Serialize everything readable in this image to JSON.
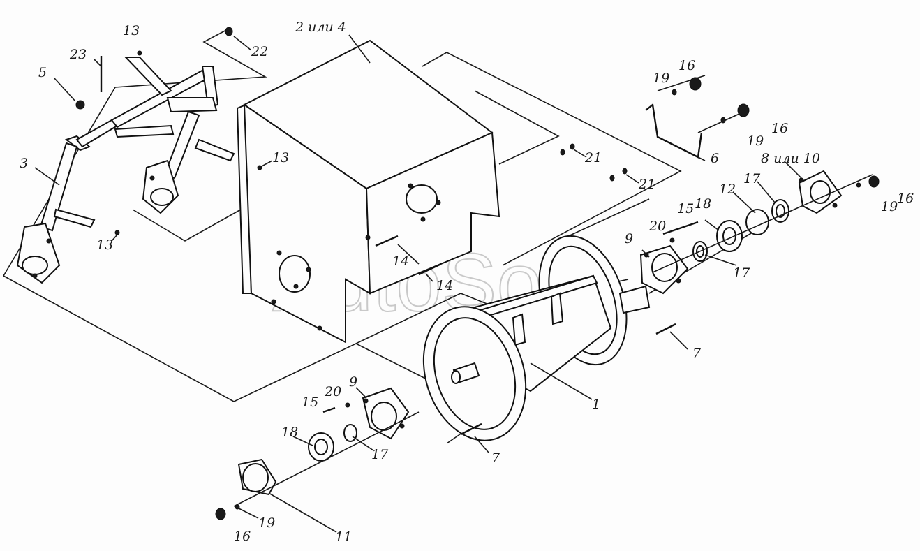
{
  "watermark": "AutoSoft",
  "callouts": [
    {
      "id": "c1",
      "text": "1"
    },
    {
      "id": "c2or4",
      "text": "2 или 4"
    },
    {
      "id": "c3",
      "text": "3"
    },
    {
      "id": "c5",
      "text": "5"
    },
    {
      "id": "c6",
      "text": "6"
    },
    {
      "id": "c7a",
      "text": "7"
    },
    {
      "id": "c7b",
      "text": "7"
    },
    {
      "id": "c8or10",
      "text": "8 или 10"
    },
    {
      "id": "c9a",
      "text": "9"
    },
    {
      "id": "c9b",
      "text": "9"
    },
    {
      "id": "c11",
      "text": "11"
    },
    {
      "id": "c12",
      "text": "12"
    },
    {
      "id": "c13a",
      "text": "13"
    },
    {
      "id": "c13b",
      "text": "13"
    },
    {
      "id": "c13c",
      "text": "13"
    },
    {
      "id": "c14a",
      "text": "14"
    },
    {
      "id": "c14b",
      "text": "14"
    },
    {
      "id": "c15a",
      "text": "15"
    },
    {
      "id": "c15b",
      "text": "15"
    },
    {
      "id": "c16a",
      "text": "16"
    },
    {
      "id": "c16b",
      "text": "16"
    },
    {
      "id": "c16c",
      "text": "16"
    },
    {
      "id": "c16d",
      "text": "16"
    },
    {
      "id": "c17a",
      "text": "17"
    },
    {
      "id": "c17b",
      "text": "17"
    },
    {
      "id": "c17c",
      "text": "17"
    },
    {
      "id": "c18a",
      "text": "18"
    },
    {
      "id": "c18b",
      "text": "18"
    },
    {
      "id": "c19a",
      "text": "19"
    },
    {
      "id": "c19b",
      "text": "19"
    },
    {
      "id": "c19c",
      "text": "19"
    },
    {
      "id": "c19d",
      "text": "19"
    },
    {
      "id": "c20a",
      "text": "20"
    },
    {
      "id": "c20b",
      "text": "20"
    },
    {
      "id": "c21a",
      "text": "21"
    },
    {
      "id": "c21b",
      "text": "21"
    },
    {
      "id": "c22",
      "text": "22"
    },
    {
      "id": "c23",
      "text": "23"
    }
  ]
}
